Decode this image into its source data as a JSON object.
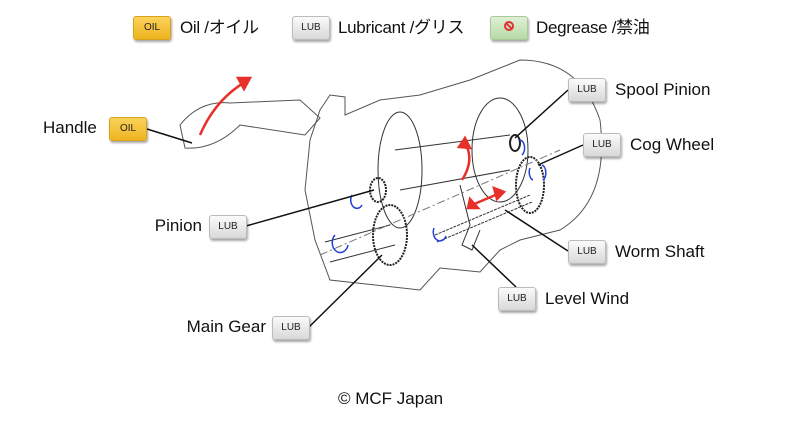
{
  "legend": [
    {
      "badge": "OIL",
      "label": "Oil /オイル"
    },
    {
      "badge": "LUB",
      "label": "Lubricant /グリス"
    },
    {
      "badge": "degrease-icon",
      "label": "Degrease /禁油"
    }
  ],
  "parts": {
    "handle": {
      "label": "Handle",
      "badge": "OIL"
    },
    "spool_pinion": {
      "label": "Spool Pinion",
      "badge": "LUB"
    },
    "cog_wheel": {
      "label": "Cog Wheel",
      "badge": "LUB"
    },
    "pinion": {
      "label": "Pinion",
      "badge": "LUB"
    },
    "worm_shaft": {
      "label": "Worm Shaft",
      "badge": "LUB"
    },
    "level_wind": {
      "label": "Level Wind",
      "badge": "LUB"
    },
    "main_gear": {
      "label": "Main Gear",
      "badge": "LUB"
    }
  },
  "copyright": "© MCF Japan",
  "colors": {
    "oil": "#f4c030",
    "lub": "#e6e6e6",
    "degrease": "#c9e5bb",
    "motion_arrow": "#e8302a",
    "rotation_arrow": "#2340d8"
  }
}
